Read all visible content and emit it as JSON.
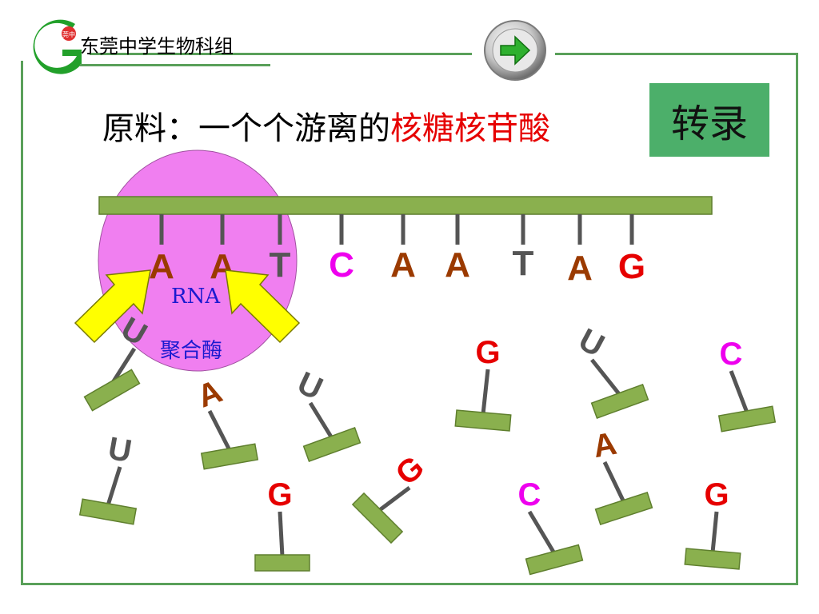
{
  "header": {
    "school_name": "东莞中学生物科组",
    "logo_letter": "G",
    "logo_badge": "莞中"
  },
  "navigation": {
    "next_icon": "right-arrow-icon"
  },
  "title": {
    "prefix": "原料：一个个游离的",
    "highlight": "核糖核苷酸"
  },
  "badge_label": "转录",
  "enzyme": {
    "line1": "RNA",
    "line2": "聚合酶"
  },
  "colors": {
    "A": "#9b3a00",
    "T": "#555555",
    "C": "#ee00ee",
    "G": "#e60000",
    "U": "#555555",
    "strand": "#8ab04e",
    "enzyme": "#f07ff0",
    "arrow": "#ffff00",
    "frame": "#5aa05a",
    "badge": "#4caf6a"
  },
  "template_strand": [
    "A",
    "A",
    "T",
    "C",
    "A",
    "A",
    "T",
    "A",
    "G"
  ],
  "free_nucleotides": [
    "U",
    "A",
    "U",
    "G",
    "U",
    "C",
    "U",
    "G",
    "A",
    "G",
    "C",
    "G"
  ]
}
